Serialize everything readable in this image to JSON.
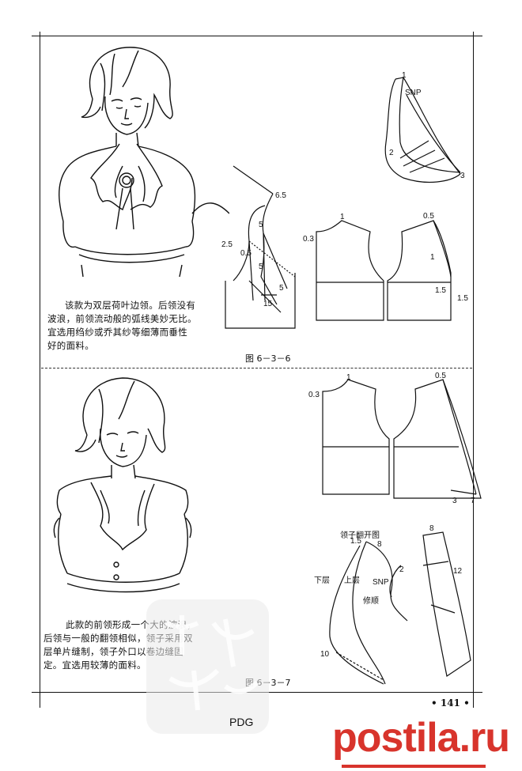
{
  "caption_top": {
    "lines": [
      "该款为双层荷叶边领。后领没有",
      "波浪，前领流动般的弧线美妙无比。",
      "宜选用绉纱或乔其纱等细薄而垂性",
      "好的面料。"
    ]
  },
  "caption_bottom": {
    "lines": [
      "此款的前领形成一个大的波浪，",
      "后领与一般的翻领相似，领子采用双",
      "层单片缝制，领子外口以卷边缝固",
      "定。宜选用较薄的面料。"
    ]
  },
  "figures": {
    "top_label": "图 6－3－6",
    "bottom_label": "图 6－3－7"
  },
  "pattern_labels": {
    "snp": "SNP",
    "n1": "1",
    "n2": "2",
    "n3": "3",
    "n5": "5",
    "n6_5": "6.5",
    "n2_5": "2.5",
    "n0_5": "0.5",
    "n0_3": "0.3",
    "n1_5": "1.5",
    "n15": "15",
    "n7": "7",
    "n8": "8",
    "n12": "12",
    "n10": "10",
    "collar_unfold": "领子翻开图",
    "lower_layer": "下层",
    "upper_layer": "上层",
    "trim": "修顺"
  },
  "page_number": "• 141 •",
  "brand": "postila.ru",
  "watermark": "PDG"
}
